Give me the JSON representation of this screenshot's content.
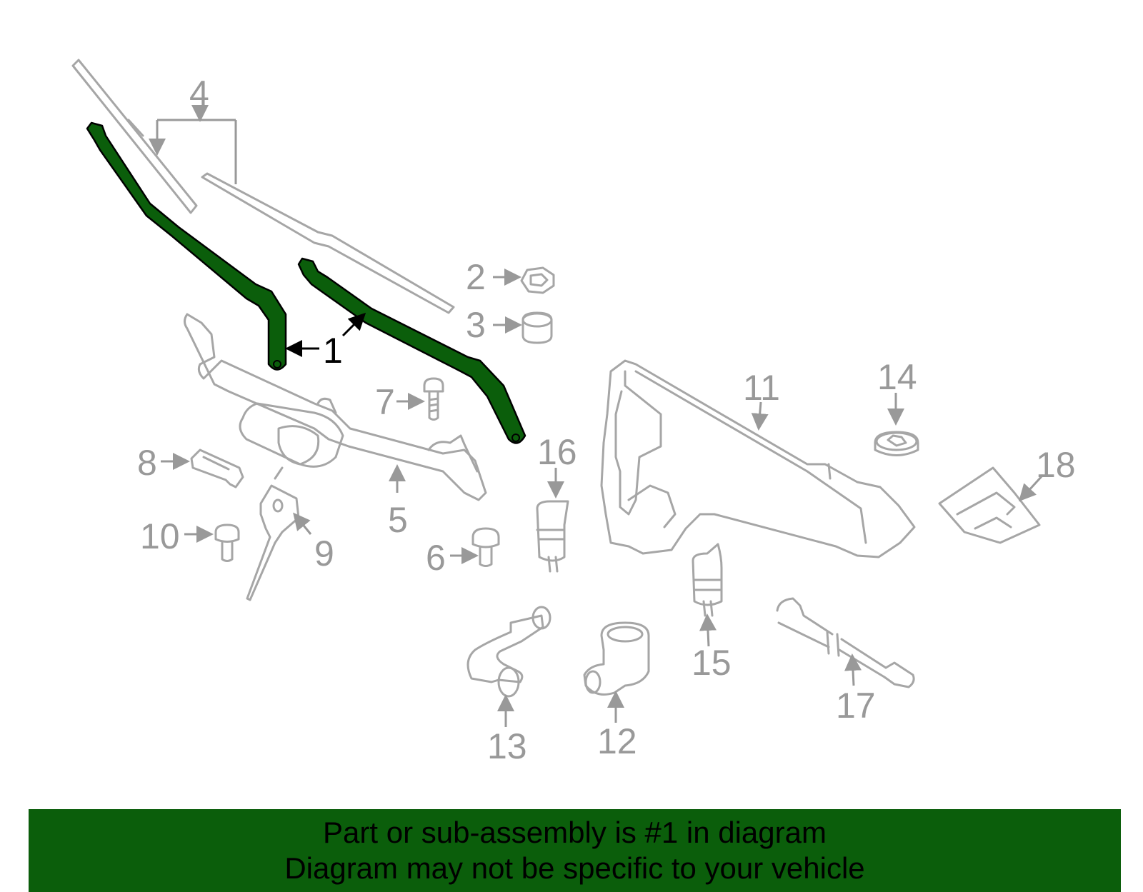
{
  "callouts": {
    "c1": "1",
    "c2": "2",
    "c3": "3",
    "c4": "4",
    "c5": "5",
    "c6": "6",
    "c7": "7",
    "c8": "8",
    "c9": "9",
    "c10": "10",
    "c11": "11",
    "c12": "12",
    "c13": "13",
    "c14": "14",
    "c15": "15",
    "c16": "16",
    "c17": "17",
    "c18": "18"
  },
  "highlight": {
    "part": "1",
    "color": "#0b5e0b"
  },
  "banner": {
    "line1": "Part or sub-assembly is #1 in diagram",
    "line2": "Diagram may not be specific to your vehicle"
  }
}
